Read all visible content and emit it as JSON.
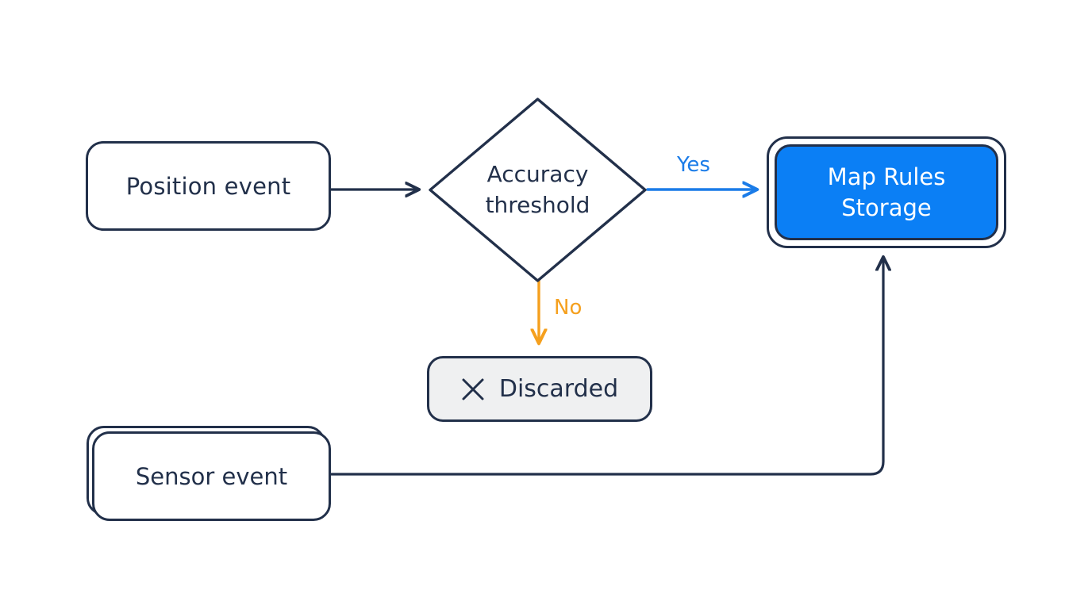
{
  "diagram": {
    "type": "flowchart",
    "background": "#ffffff",
    "palette": {
      "stroke": "#22304a",
      "accent_blue": "#0b7ff5",
      "accent_blue_edge": "#1b7ce8",
      "accent_orange": "#f5a01e",
      "muted_fill": "#eff0f1",
      "node_fill": "#ffffff",
      "highlight_text": "#ffffff"
    },
    "nodes": [
      {
        "id": "position-event",
        "label": "Position event",
        "shape": "rounded-rect",
        "style": "outline"
      },
      {
        "id": "accuracy-threshold",
        "label": "Accuracy\nthreshold",
        "shape": "diamond",
        "style": "decision"
      },
      {
        "id": "map-rules-storage",
        "label": "Map Rules\nStorage",
        "shape": "rounded-rect",
        "style": "highlight-blue"
      },
      {
        "id": "discarded",
        "label": "Discarded",
        "shape": "rounded-rect",
        "style": "muted",
        "icon": "x-close-icon"
      },
      {
        "id": "sensor-event",
        "label": "Sensor event",
        "shape": "rounded-rect",
        "style": "sketch-double-outline"
      }
    ],
    "edges": [
      {
        "id": "position-to-threshold",
        "from": "position-event",
        "to": "accuracy-threshold",
        "label": "",
        "color": "#22304a"
      },
      {
        "id": "threshold-yes-to-storage",
        "from": "accuracy-threshold",
        "to": "map-rules-storage",
        "label": "Yes",
        "color": "#1b7ce8"
      },
      {
        "id": "threshold-no-to-discarded",
        "from": "accuracy-threshold",
        "to": "discarded",
        "label": "No",
        "color": "#f5a01e"
      },
      {
        "id": "sensor-to-storage",
        "from": "sensor-event",
        "to": "map-rules-storage",
        "label": "",
        "color": "#22304a"
      }
    ]
  }
}
